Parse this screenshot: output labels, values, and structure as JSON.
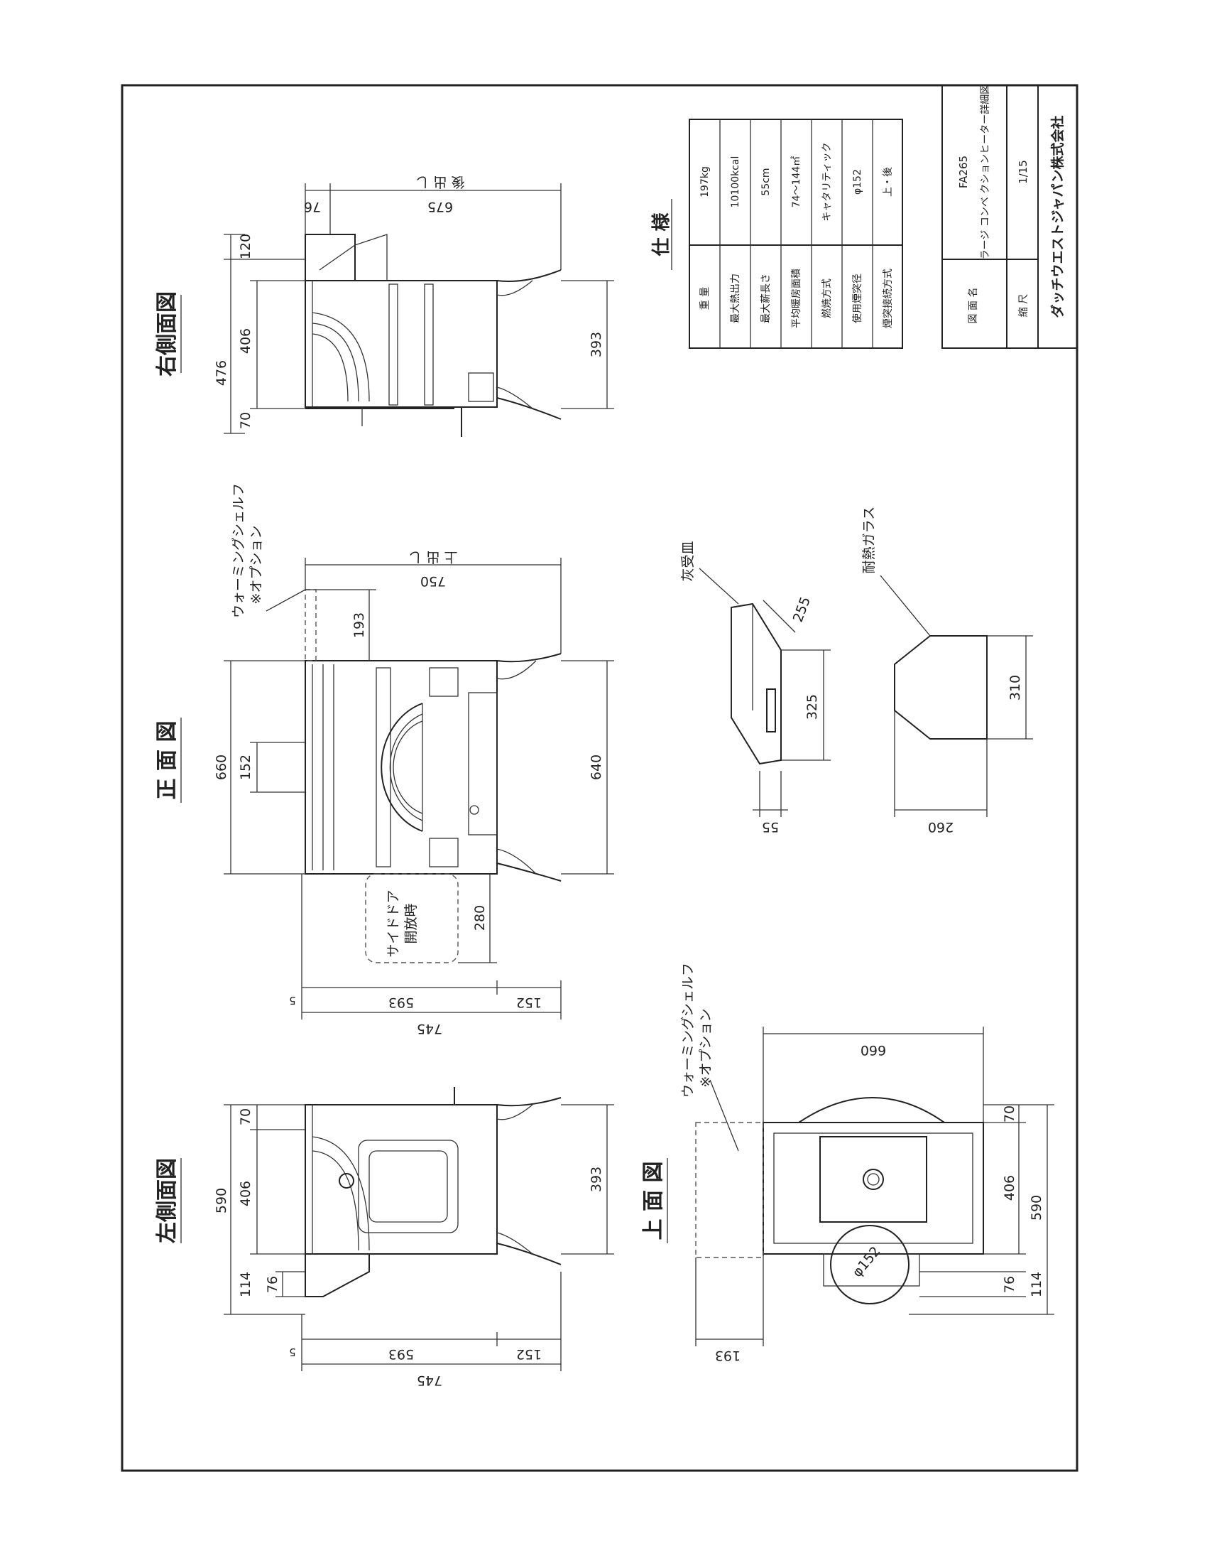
{
  "views": {
    "right_side": "右側面図",
    "front": "正 面 図",
    "left_side": "左側面図",
    "top": "上 面 図"
  },
  "dims": {
    "rs_476": "476",
    "rs_406": "406",
    "rs_120": "120",
    "rs_70": "70",
    "rs_393": "393",
    "rs_76": "76",
    "rs_675": "675",
    "rs_rear": "後 出 し",
    "fr_660": "660",
    "fr_152": "152",
    "fr_193": "193",
    "fr_750": "750",
    "fr_top": "上 出 し",
    "fr_640": "640",
    "fr_280": "280",
    "fr_5": "5",
    "fr_593": "593",
    "fr_152b": "152",
    "fr_745": "745",
    "ls_590": "590",
    "ls_406": "406",
    "ls_70": "70",
    "ls_114": "114",
    "ls_76": "76",
    "ls_393": "393",
    "ls_5": "5",
    "ls_593": "593",
    "ls_152": "152",
    "ls_745": "745",
    "tp_660": "660",
    "tp_70": "70",
    "tp_406": "406",
    "tp_590": "590",
    "tp_76": "76",
    "tp_114": "114",
    "tp_193": "193",
    "tp_flue": "φ152",
    "ash_255": "255",
    "ash_325": "325",
    "ash_55": "55",
    "gl_310": "310",
    "gl_260": "260"
  },
  "labels": {
    "warming_shelf": "ウォーミングシェルフ",
    "option": "※オプション",
    "side_door_1": "サイドドア",
    "side_door_2": "開放時",
    "ash_pan": "灰受皿",
    "glass": "耐熱ガラス"
  },
  "spec": {
    "title": "仕 様",
    "rows": [
      {
        "label": "重 量",
        "value": "197kg"
      },
      {
        "label": "最大熱出力",
        "value": "10100kcal"
      },
      {
        "label": "最大薪長さ",
        "value": "55cm"
      },
      {
        "label": "平均暖房面積",
        "value": "74〜144㎡"
      },
      {
        "label": "燃焼方式",
        "value": "キャタリティック"
      },
      {
        "label": "使用煙突径",
        "value": "φ152"
      },
      {
        "label": "煙突接続方式",
        "value": "上・後"
      }
    ]
  },
  "title_block": {
    "drawing_name_label": "図 面 名",
    "model": "FA265",
    "drawing_name": "ラージ コンベ クションヒーター詳細図",
    "scale_label": "縮 尺",
    "scale": "1/15",
    "company": "ダッチウエストジャパン株式会社"
  }
}
